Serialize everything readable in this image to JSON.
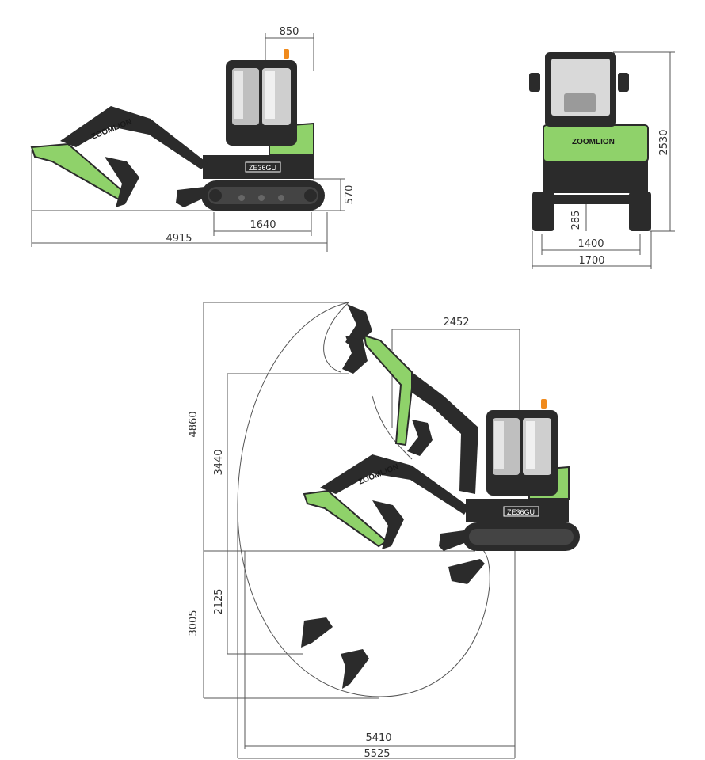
{
  "brand": "ZOOMLION",
  "model": "ZE36GU",
  "colors": {
    "brand_green": "#8fd26a",
    "body_dark": "#2b2b2b",
    "line": "#555555",
    "beacon": "#f08a1c"
  },
  "side_view": {
    "dims": {
      "cab_width": "850",
      "track_height": "570",
      "track_length": "1640",
      "overall_length": "4915"
    }
  },
  "rear_view": {
    "dims": {
      "overall_height": "2530",
      "ground_clearance": "285",
      "track_gauge": "1400",
      "overall_width": "1700"
    }
  },
  "working_range": {
    "dims": {
      "tail_swing_radius": "2452",
      "max_digging_height": "4860",
      "max_dumping_height": "3440",
      "max_vertical_wall_depth": "2125",
      "max_digging_depth": "3005",
      "max_reach_at_ground": "5410",
      "max_reach": "5525"
    }
  }
}
